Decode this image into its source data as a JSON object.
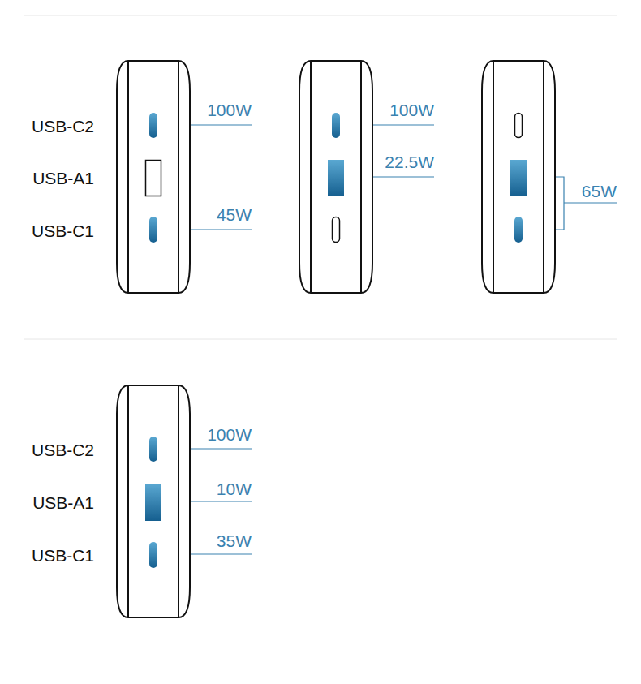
{
  "diagram": {
    "labels": [
      "USB-C2",
      "USB-A1",
      "USB-C1",
      "100W",
      "45W",
      "100W",
      "22.5W",
      "65W",
      "USB-C2",
      "USB-A1",
      "USB-C1",
      "100W",
      "10W",
      "35W"
    ]
  }
}
